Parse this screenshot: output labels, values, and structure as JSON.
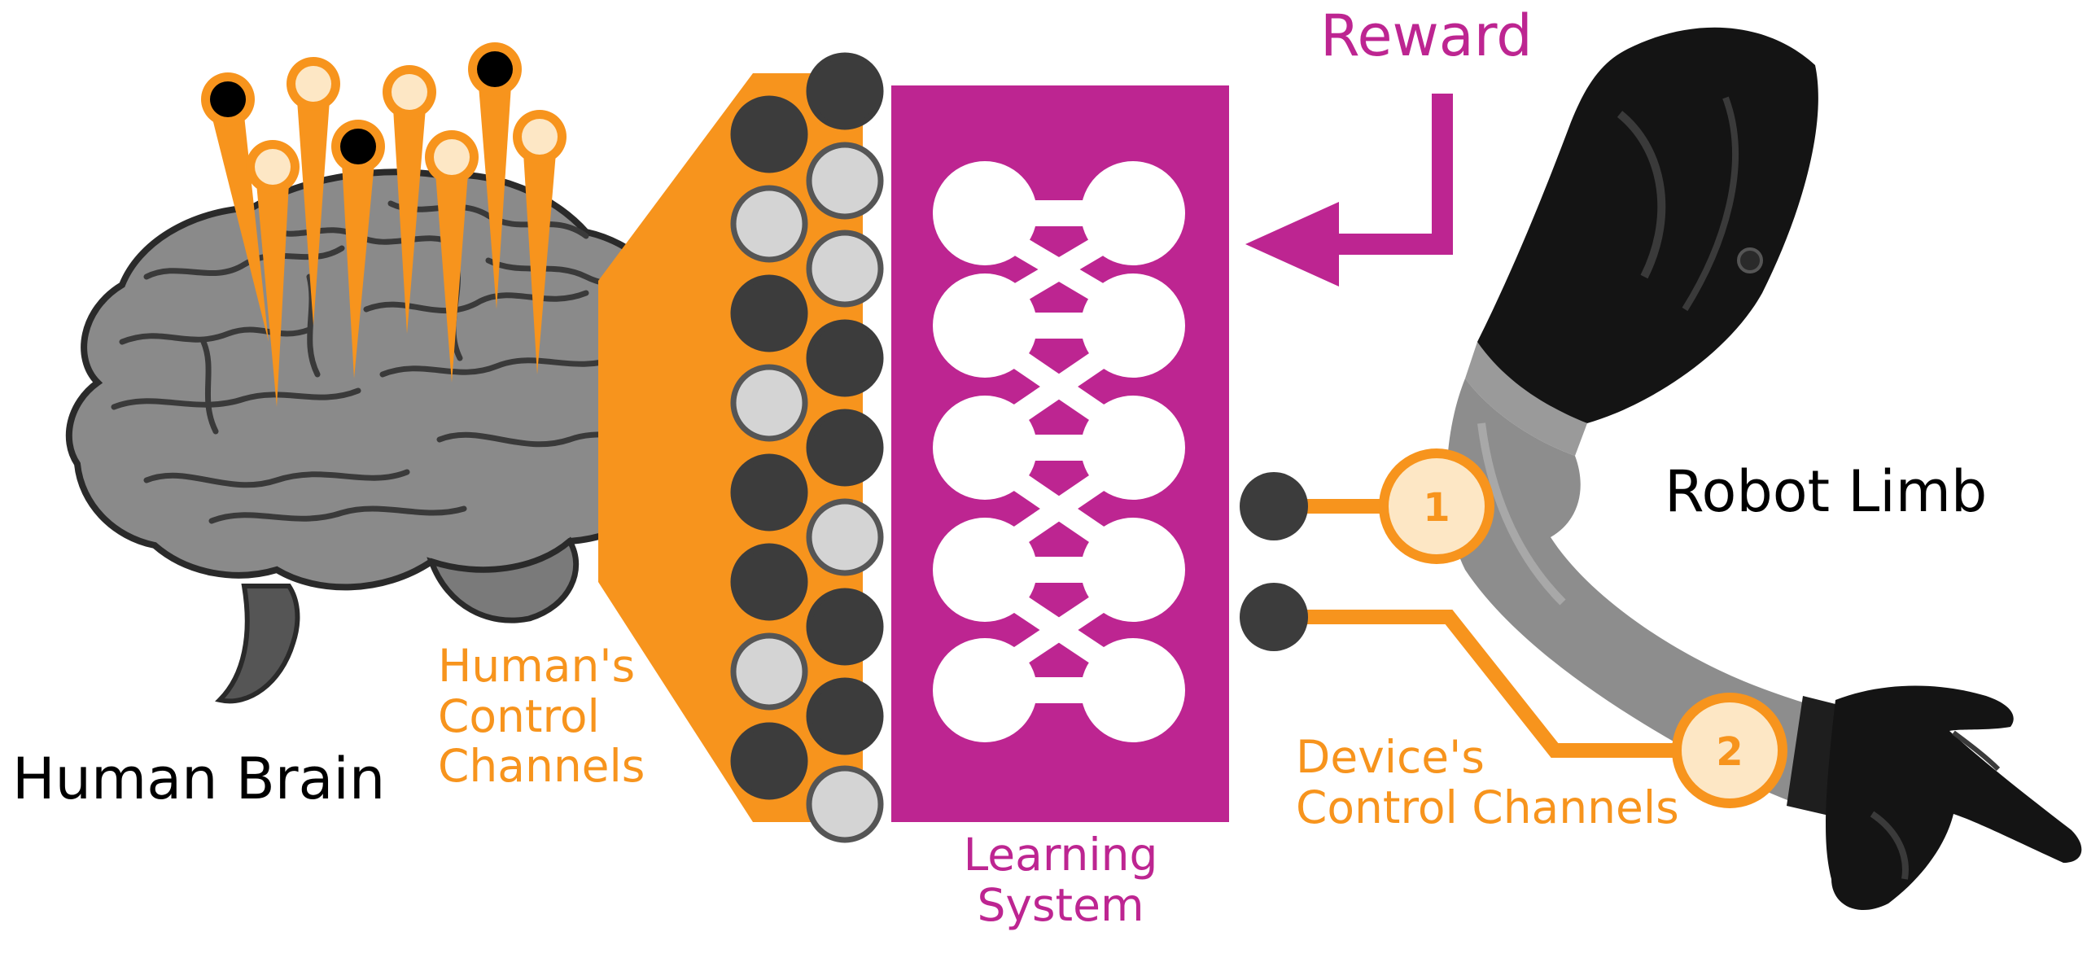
{
  "labels": {
    "human_brain": "Human Brain",
    "humans_control_channels": [
      "Human's",
      "Control",
      "Channels"
    ],
    "learning_system": [
      "Learning",
      "System"
    ],
    "reward": "Reward",
    "robot_limb": "Robot Limb",
    "devices_control_channels": [
      "Device's",
      "Control Channels"
    ]
  },
  "badges": [
    "1",
    "2"
  ],
  "colors": {
    "orange": "#f7941d",
    "magenta": "#bd2591",
    "badge_fill": "#fde7c5",
    "node_dark": "#3c3c3c",
    "node_light": "#d4d4d4",
    "brain_gray": "#8a8a8a",
    "arm_black": "#141414",
    "arm_gray": "#8d8d8d"
  },
  "electrodes": [
    {
      "state": "dark"
    },
    {
      "state": "light"
    },
    {
      "state": "light"
    },
    {
      "state": "dark"
    },
    {
      "state": "light"
    },
    {
      "state": "light"
    },
    {
      "state": "dark"
    },
    {
      "state": "light"
    }
  ],
  "channel_columns": {
    "left": [
      "dark",
      "light",
      "dark",
      "light",
      "dark",
      "dark",
      "light",
      "dark"
    ],
    "right": [
      "dark",
      "light",
      "light",
      "dark",
      "dark",
      "light",
      "dark",
      "dark",
      "light"
    ]
  }
}
